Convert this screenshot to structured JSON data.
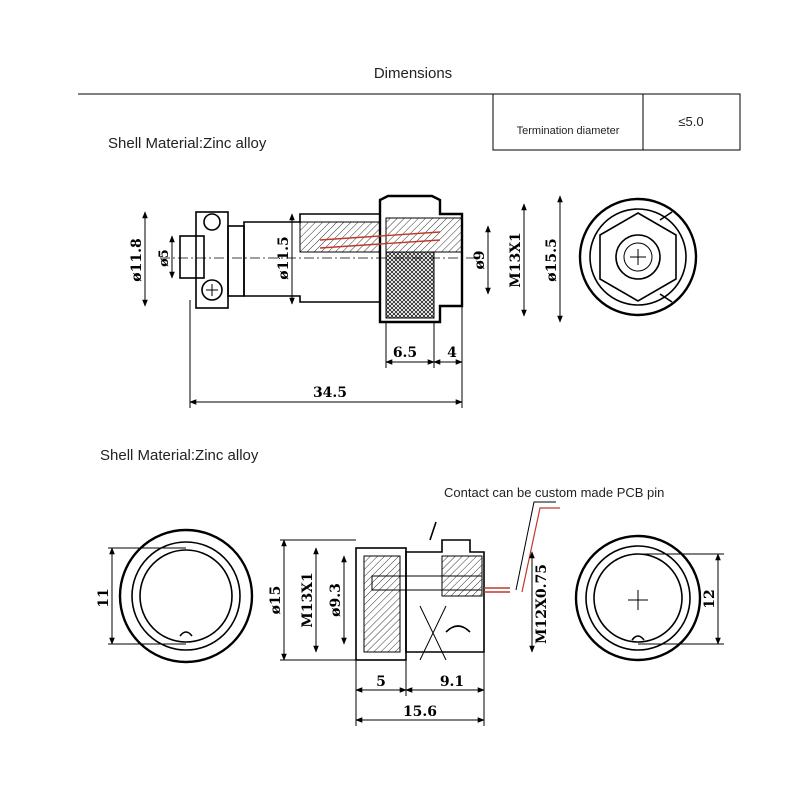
{
  "title": "Dimensions",
  "spec_table": {
    "label": "Termination diameter",
    "value": "≤5.0"
  },
  "plug": {
    "material": "Shell  Material:Zinc alloy",
    "dims": {
      "d11_8": "ø11.8",
      "d5": "ø5",
      "d11_5": "ø11.5",
      "d9": "ø9",
      "m13x1": "M13X1",
      "d15_5": "ø15.5",
      "len6_5": "6.5",
      "len4": "4",
      "len34_5": "34.5"
    }
  },
  "socket": {
    "material": "Shell  Material:Zinc alloy",
    "note": "Contact can be custom made PCB pin",
    "dims": {
      "d11": "11",
      "d15": "ø15",
      "m13x1": "M13X1",
      "d9_3": "ø9.3",
      "m12x075": "M12X0.75",
      "d12": "12",
      "len5": "5",
      "len9_1": "9.1",
      "len15_6": "15.6"
    }
  }
}
